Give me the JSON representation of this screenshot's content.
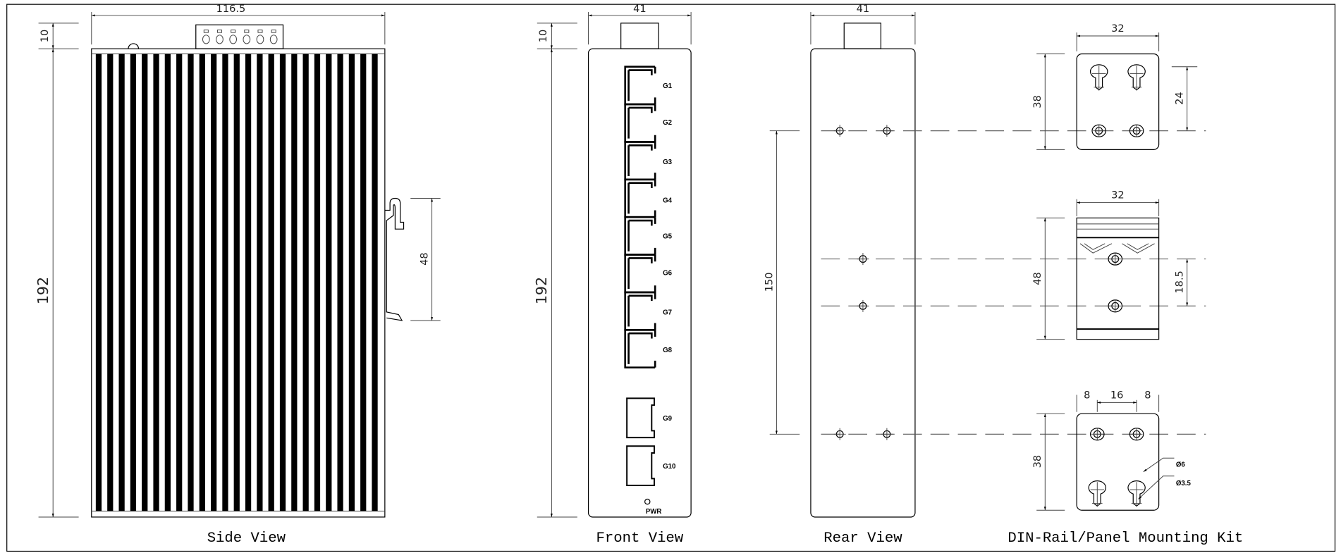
{
  "side_view": {
    "caption": "Side View",
    "width_dim": "116.5",
    "top_dim": "10",
    "height_dim": "192",
    "clip_dim": "48"
  },
  "front_view": {
    "caption": "Front View",
    "width_dim": "41",
    "top_dim": "10",
    "height_dim": "192",
    "ports": [
      "G1",
      "G2",
      "G3",
      "G4",
      "G5",
      "G6",
      "G7",
      "G8",
      "G9",
      "G10"
    ],
    "led_label": "PWR"
  },
  "rear_view": {
    "caption": "Rear View",
    "width_dim": "41",
    "hole_span_dim": "150"
  },
  "mounting_kit": {
    "caption": "DIN-Rail/Panel Mounting Kit",
    "plate_top": {
      "width_dim": "32",
      "height_dim": "38",
      "hole_dim": "24"
    },
    "din_clip": {
      "width_dim": "32",
      "height_dim": "48",
      "hole_dim": "18.5"
    },
    "plate_bottom": {
      "left_dim": "8",
      "mid_dim": "16",
      "right_dim": "8",
      "height_dim": "38",
      "large_hole": "Ø6",
      "small_hole": "Ø3.5"
    }
  }
}
